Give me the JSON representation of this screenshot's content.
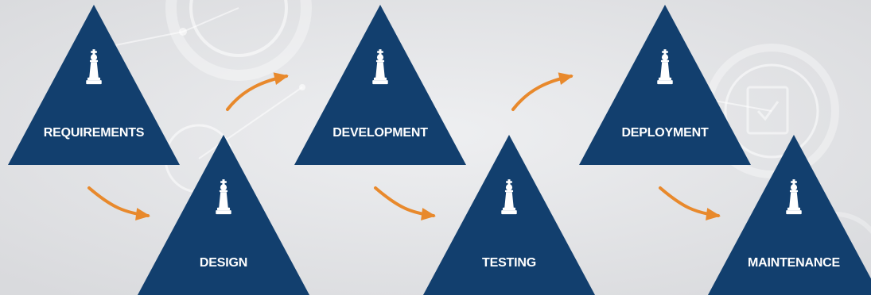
{
  "colors": {
    "triangle": "#123f6e",
    "label": "#ffffff",
    "icon": "#ffffff",
    "arrow": "#e8892c",
    "background": "#e3e4e6"
  },
  "stages": [
    {
      "id": "requirements",
      "label": "REQUIREMENTS",
      "icon": "chess-king-icon"
    },
    {
      "id": "design",
      "label": "DESIGN",
      "icon": "chess-king-icon"
    },
    {
      "id": "development",
      "label": "DEVELOPMENT",
      "icon": "chess-king-icon"
    },
    {
      "id": "testing",
      "label": "TESTING",
      "icon": "chess-king-icon"
    },
    {
      "id": "deployment",
      "label": "DEPLOYMENT",
      "icon": "chess-king-icon"
    },
    {
      "id": "maintenance",
      "label": "MAINTENANCE",
      "icon": "chess-king-icon"
    }
  ],
  "arrows": [
    {
      "from": "requirements",
      "to": "design"
    },
    {
      "from": "design",
      "to": "development"
    },
    {
      "from": "development",
      "to": "testing"
    },
    {
      "from": "testing",
      "to": "deployment"
    },
    {
      "from": "deployment",
      "to": "maintenance"
    }
  ]
}
